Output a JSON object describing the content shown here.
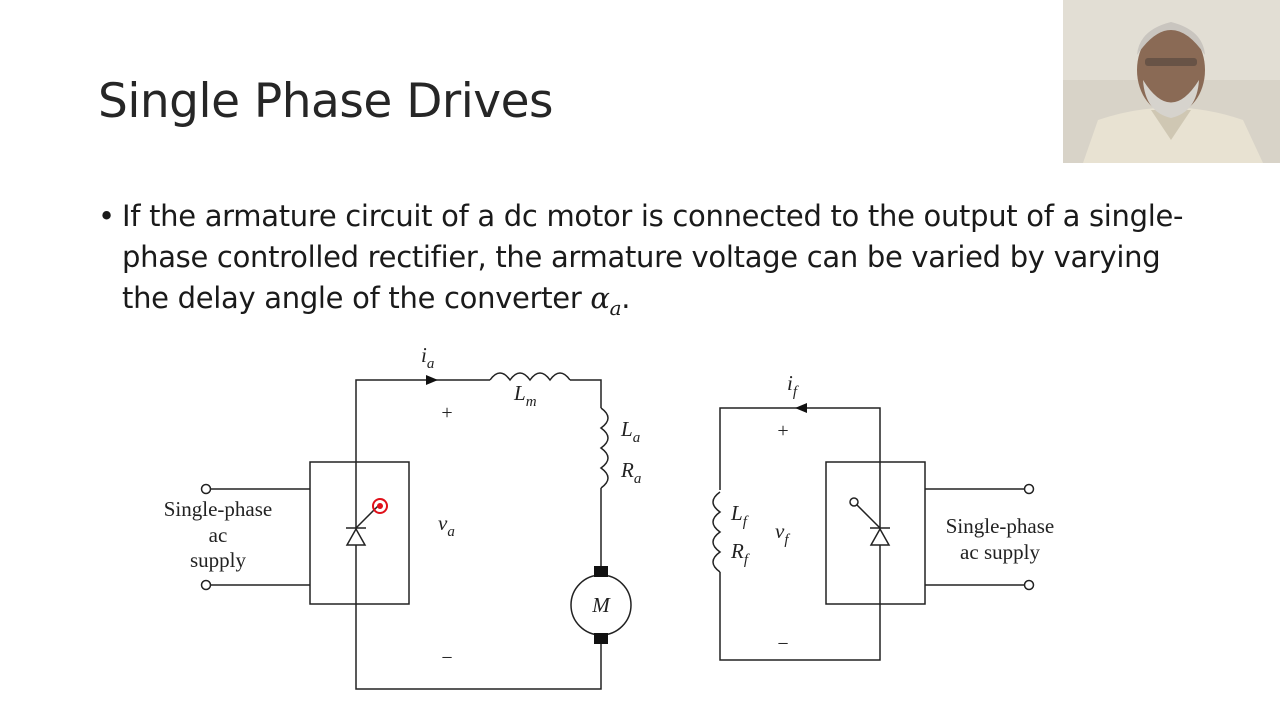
{
  "slide": {
    "title": "Single Phase Drives",
    "bullet_char": "•",
    "bullet_text": "If the armature circuit of a dc motor is connected to the output of a single-phase controlled rectifier, the armature voltage can be varied by varying the delay angle of the converter ",
    "bullet_symbol": "α",
    "bullet_symbol_sub": "a",
    "bullet_end": "."
  },
  "circuit": {
    "left": {
      "supply_line1": "Single-phase",
      "supply_line2": "ac",
      "supply_line3": "supply",
      "current": "i",
      "current_sub": "a",
      "inductor_m": "L",
      "inductor_m_sub": "m",
      "inductor_a": "L",
      "inductor_a_sub": "a",
      "resistor_a": "R",
      "resistor_a_sub": "a",
      "voltage": "v",
      "voltage_sub": "a",
      "plus": "+",
      "minus": "−",
      "motor": "M"
    },
    "right": {
      "supply_line1": "Single-phase",
      "supply_line2": "ac supply",
      "current": "i",
      "current_sub": "f",
      "inductor_f": "L",
      "inductor_f_sub": "f",
      "resistor_f": "R",
      "resistor_f_sub": "f",
      "voltage": "v",
      "voltage_sub": "f",
      "plus": "+",
      "minus": "−"
    }
  },
  "colors": {
    "laser_pointer": "#e0101a",
    "text": "#262626"
  }
}
